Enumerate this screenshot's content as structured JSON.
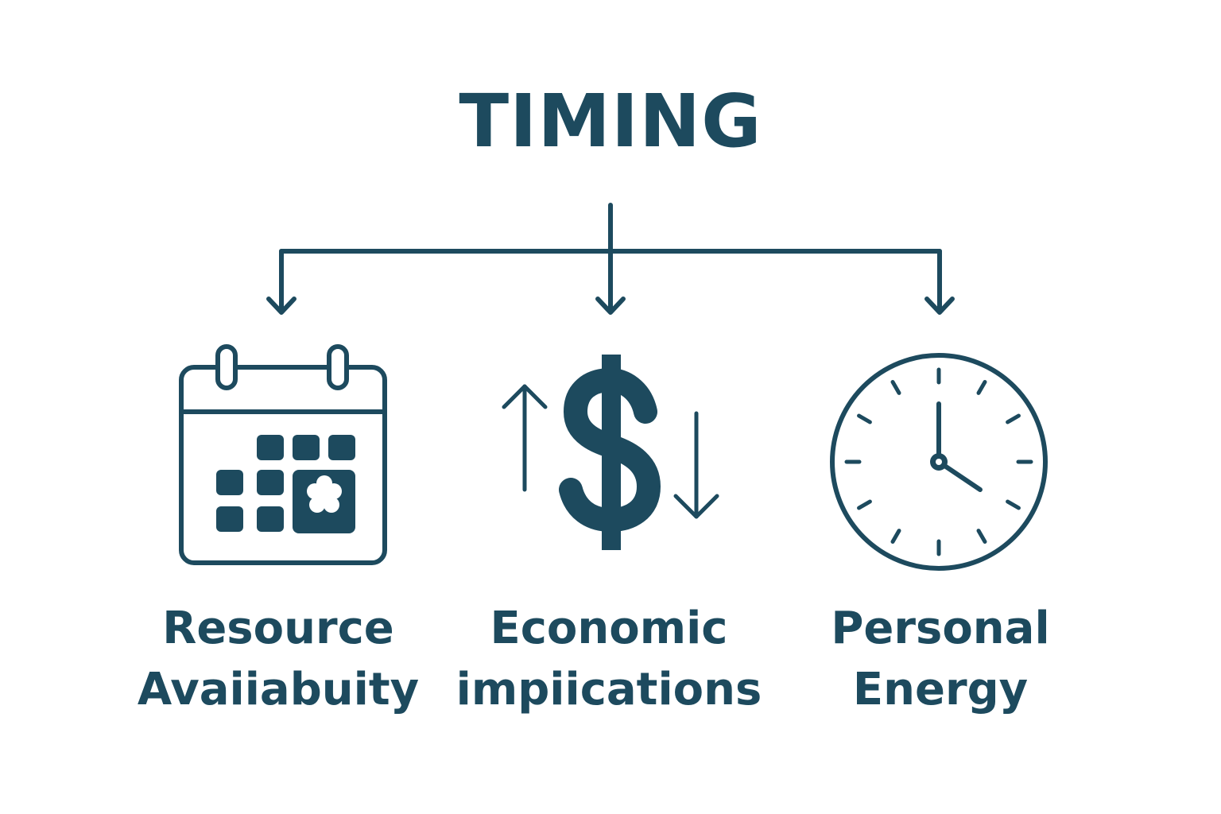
{
  "colors": {
    "primary": "#1d4a5e",
    "background": "#ffffff"
  },
  "title": "TIMING",
  "branches": [
    {
      "icon": "calendar-icon",
      "label_line1": "Resource",
      "label_line2": "Avaiiabuity"
    },
    {
      "icon": "dollar-sign-icon",
      "label_line1": "Economic",
      "label_line2": "impiications"
    },
    {
      "icon": "clock-icon",
      "label_line1": "Personal",
      "label_line2": "Energy"
    }
  ]
}
